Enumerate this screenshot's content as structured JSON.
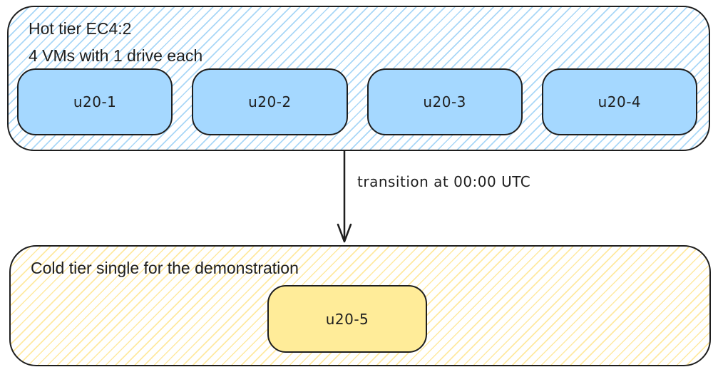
{
  "diagram": {
    "hot_tier": {
      "title_line1": "Hot tier EC4:2",
      "title_line2": "4 VMs with 1 drive each",
      "vms": [
        {
          "label": "u20-1"
        },
        {
          "label": "u20-2"
        },
        {
          "label": "u20-3"
        },
        {
          "label": "u20-4"
        }
      ]
    },
    "transition": {
      "label": "transition at 00:00 UTC"
    },
    "cold_tier": {
      "title": "Cold tier single for the demonstration",
      "vms": [
        {
          "label": "u20-5"
        }
      ]
    }
  },
  "colors": {
    "stroke": "#1e1e1e",
    "background": "#ffffff",
    "hot_fill": "#a5d8ff",
    "hot_hatch": "#a9d7f7",
    "cold_fill": "#ffec99",
    "cold_hatch": "#ffe9a0"
  }
}
